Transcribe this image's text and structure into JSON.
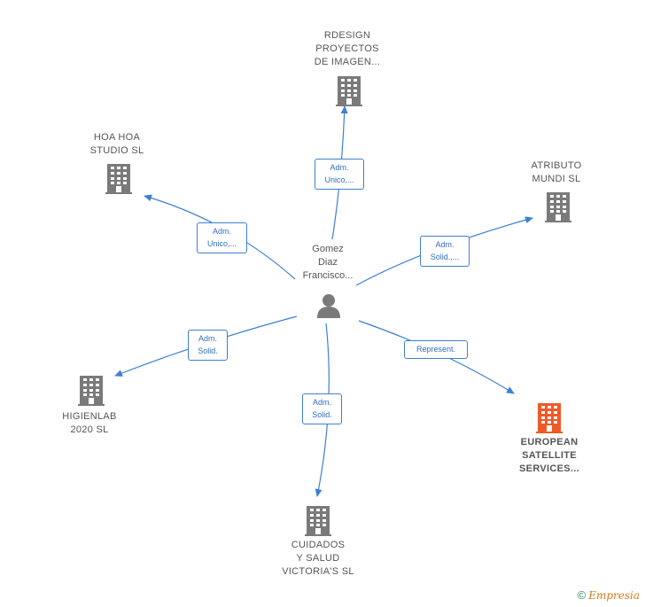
{
  "colors": {
    "edge": "#3d7fd4",
    "building": "#7a7a7a",
    "building_focus": "#ef5a27",
    "person": "#7a7a7a"
  },
  "center": {
    "name_lines": [
      "Gomez",
      "Diaz",
      "Francisco..."
    ],
    "icon": "person-icon"
  },
  "companies": [
    {
      "id": "rdesign",
      "lines": [
        "RDESIGN",
        "PROYECTOS",
        "DE IMAGEN..."
      ],
      "icon": "building-icon",
      "focus": false
    },
    {
      "id": "hoahoa",
      "lines": [
        "HOA HOA",
        "STUDIO  SL"
      ],
      "icon": "building-icon",
      "focus": false
    },
    {
      "id": "atributo",
      "lines": [
        "ATRIBUTO",
        "MUNDI  SL"
      ],
      "icon": "building-icon",
      "focus": false
    },
    {
      "id": "higienlab",
      "lines": [
        "HIGIENLAB",
        "2020  SL"
      ],
      "icon": "building-icon",
      "focus": false
    },
    {
      "id": "cuidados",
      "lines": [
        "CUIDADOS",
        "Y SALUD",
        "VICTORIA'S SL"
      ],
      "icon": "building-icon",
      "focus": false
    },
    {
      "id": "european",
      "lines": [
        "EUROPEAN",
        "SATELLITE",
        "SERVICES..."
      ],
      "icon": "building-icon",
      "focus": true
    }
  ],
  "relations": [
    {
      "target": "rdesign",
      "lines": [
        "Adm.",
        "Unico,..."
      ]
    },
    {
      "target": "hoahoa",
      "lines": [
        "Adm.",
        "Unico,..."
      ]
    },
    {
      "target": "atributo",
      "lines": [
        "Adm.",
        "Solid.,..."
      ]
    },
    {
      "target": "higienlab",
      "lines": [
        "Adm.",
        "Solid."
      ]
    },
    {
      "target": "cuidados",
      "lines": [
        "Adm.",
        "Solid."
      ]
    },
    {
      "target": "european",
      "lines": [
        "Represent."
      ]
    }
  ],
  "footer": {
    "copyright": "©",
    "brand": "Empresia"
  }
}
